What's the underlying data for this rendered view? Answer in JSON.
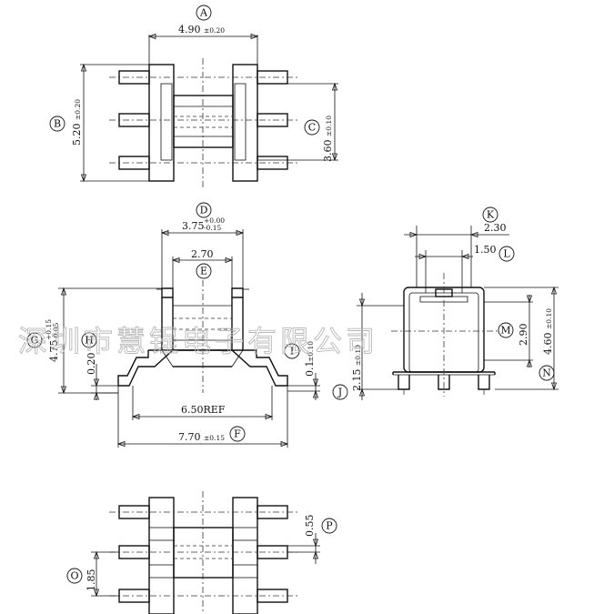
{
  "drawing": {
    "watermark": "深圳市慧锃电子有限公司",
    "labels": {
      "A": "A",
      "B": "B",
      "C": "C",
      "D": "D",
      "E": "E",
      "F": "F",
      "G": "G",
      "H": "H",
      "I": "I",
      "J": "J",
      "K": "K",
      "L": "L",
      "M": "M",
      "N": "N",
      "O": "O",
      "P": "P"
    },
    "dims": {
      "A": {
        "nominal": "4.90",
        "tol": "±0.20"
      },
      "B": {
        "nominal": "5.20",
        "tol": "±0.20"
      },
      "C": {
        "nominal": "3.60",
        "tol": "±0.10"
      },
      "D": {
        "nominal": "3.75",
        "tol_upper": "+0.00",
        "tol_lower": "-0.15"
      },
      "E": {
        "nominal": "2.70"
      },
      "ref": {
        "nominal": "6.50REF"
      },
      "F": {
        "nominal": "7.70",
        "tol": "±0.15"
      },
      "G": {
        "nominal": "4.75",
        "tol_upper": "+0.15",
        "tol_lower": "-0.05"
      },
      "H": {
        "nominal": "0.20"
      },
      "I": {
        "nominal": "0.1",
        "tol": "±0.10"
      },
      "J": {
        "nominal": "2.15",
        "tol": "±0.10"
      },
      "K": {
        "nominal": "2.30"
      },
      "L": {
        "nominal": "1.50"
      },
      "M": {
        "nominal": "2.90"
      },
      "N": {
        "nominal": "4.60",
        "tol": "±0.10"
      },
      "O": {
        "nominal": "1.85"
      },
      "P": {
        "nominal": "0.55"
      }
    }
  }
}
